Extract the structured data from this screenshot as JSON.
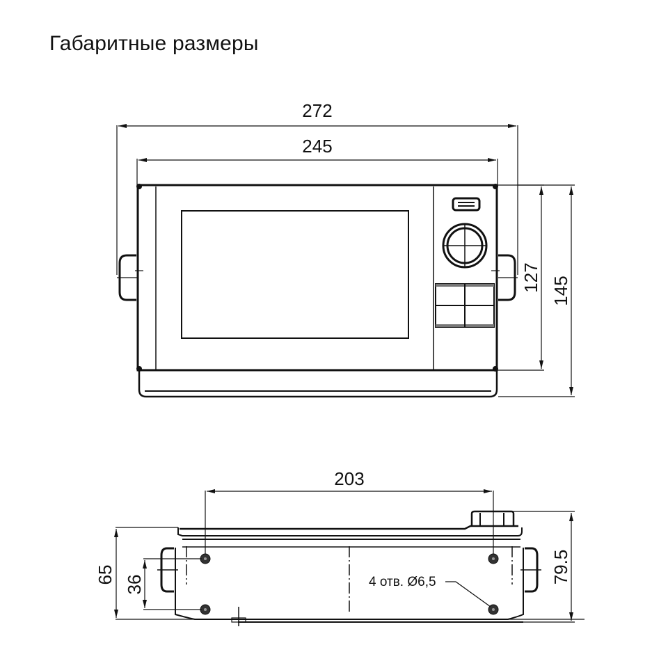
{
  "title": "Габаритные размеры",
  "front_view": {
    "dimensions": {
      "overall_width": "272",
      "body_width": "245",
      "body_height": "127",
      "overall_height": "145"
    }
  },
  "bottom_view": {
    "dimensions": {
      "hole_spacing_horizontal": "203",
      "height": "65",
      "hole_spacing_vertical": "36",
      "overall_depth": "79.5"
    },
    "note": "4 отв. Ø6,5"
  },
  "colors": {
    "line": "#111111",
    "background": "#ffffff",
    "fill_dark": "#555555"
  }
}
